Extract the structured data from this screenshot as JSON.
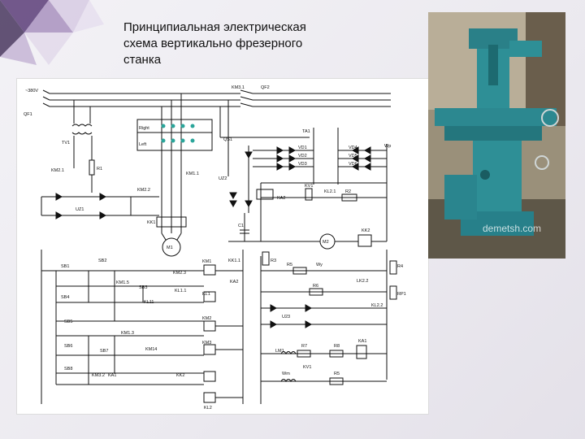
{
  "slide": {
    "title": "Принципиальная электрическая\n схема вертикально фрезерного\nстанка"
  },
  "schematic": {
    "labels": {
      "v380": "~380V",
      "qf1": "QF1",
      "km31": "KM3.1",
      "qf2": "QF2",
      "tv1": "TV1",
      "r1": "R1",
      "km21": "KM2.1",
      "km22": "KM2.2",
      "uz1": "UZ1",
      "kk1": "KK1",
      "m1": "M1",
      "km11": "KM1.1",
      "right": "Right",
      "left": "Left",
      "qs1": "QS1",
      "ta1": "TA1",
      "vd1": "VD1",
      "vd2": "VD2",
      "vd3": "VD3",
      "vd4": "VD4",
      "vd5": "VD5",
      "vd6": "VD6",
      "wp": "Wp",
      "uz2": "UZ2",
      "ka2": "KA2",
      "kv1": "KV1",
      "kl21": "KL2.1",
      "r2": "R2",
      "c1": "C1",
      "m2": "M2",
      "kk2": "KK2",
      "sb1": "SB1",
      "sb2": "SB2",
      "km23": "KM2.3",
      "km1": "KM1",
      "kk11": "KK1.1",
      "km15": "KM1.5",
      "sb3": "SB3",
      "kl11": "KL1.1",
      "kl1": "KL1",
      "sb4": "SB4",
      "kl11b": "KL11",
      "ka2b": "KA2",
      "r3": "R3",
      "r5": "R5",
      "wy": "Wy",
      "r6": "R6",
      "lk22": "LK2.2",
      "rp1": "RP1",
      "r4": "R4",
      "kl22": "KL2.2",
      "u23": "U23",
      "sb5": "SB5",
      "km13": "KM1.3",
      "km2": "KM2",
      "sb6": "SB6",
      "sb7": "SB7",
      "km14": "KM14",
      "km3": "KM3",
      "lm1": "LM1",
      "r7": "R7",
      "r8": "R8",
      "ka1": "KA1",
      "sb8": "SB8",
      "km32": "KM3.2",
      "ka1b": "KA1",
      "kk2b": "KK2",
      "wm": "Wm",
      "kv1b": "KV1",
      "r5b": "R5",
      "kl2": "KL2"
    }
  },
  "photo": {
    "watermark": "demetsh.com"
  },
  "colors": {
    "deco_purple": "#6b4a8a",
    "machine_teal": "#2e8f96",
    "wire": "#111111",
    "terminal_teal": "#2aa59a"
  }
}
